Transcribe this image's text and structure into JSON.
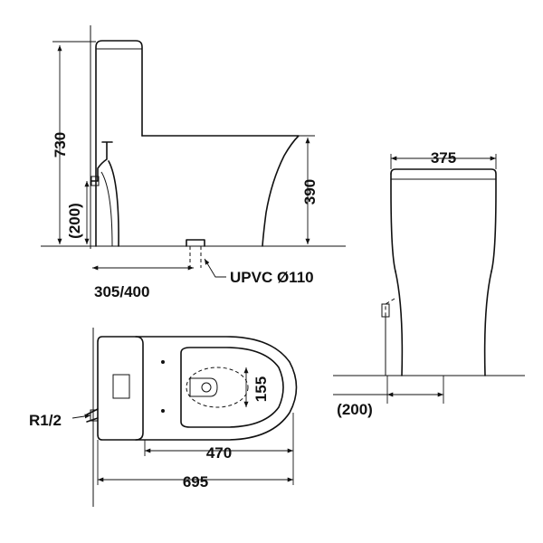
{
  "labels": {
    "total_height": "730",
    "inlet_height_side": "(200)",
    "seat_height": "390",
    "roughin": "305/400",
    "outlet": "UPVC Ø110",
    "tank_width": "375",
    "inlet_offset_front": "(200)",
    "bowl_inner_width": "155",
    "bowl_length": "470",
    "total_length": "695",
    "inlet_thread": "R1/2"
  }
}
